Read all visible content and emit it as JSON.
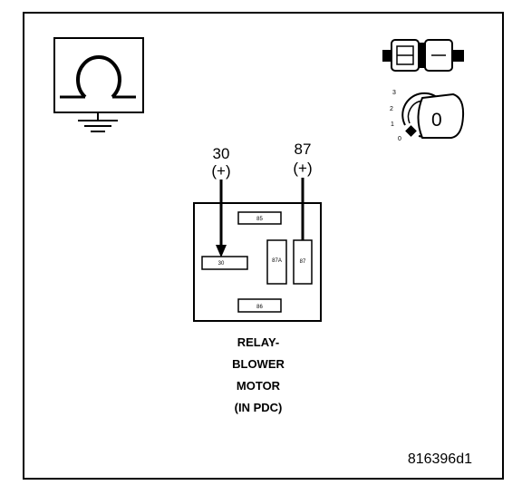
{
  "terminal_30": {
    "number": "30",
    "polarity": "(+)"
  },
  "terminal_87": {
    "number": "87",
    "polarity": "(+)"
  },
  "relay": {
    "pins": {
      "p85": "85",
      "p30": "30",
      "p87a": "87A",
      "p87": "87",
      "p86": "86"
    },
    "caption": [
      "RELAY-",
      "BLOWER",
      "MOTOR",
      "(IN PDC)"
    ]
  },
  "ignition": {
    "positions": [
      "3",
      "2",
      "1",
      "0"
    ],
    "key_symbol": "0"
  },
  "figure_id": "816396d1"
}
